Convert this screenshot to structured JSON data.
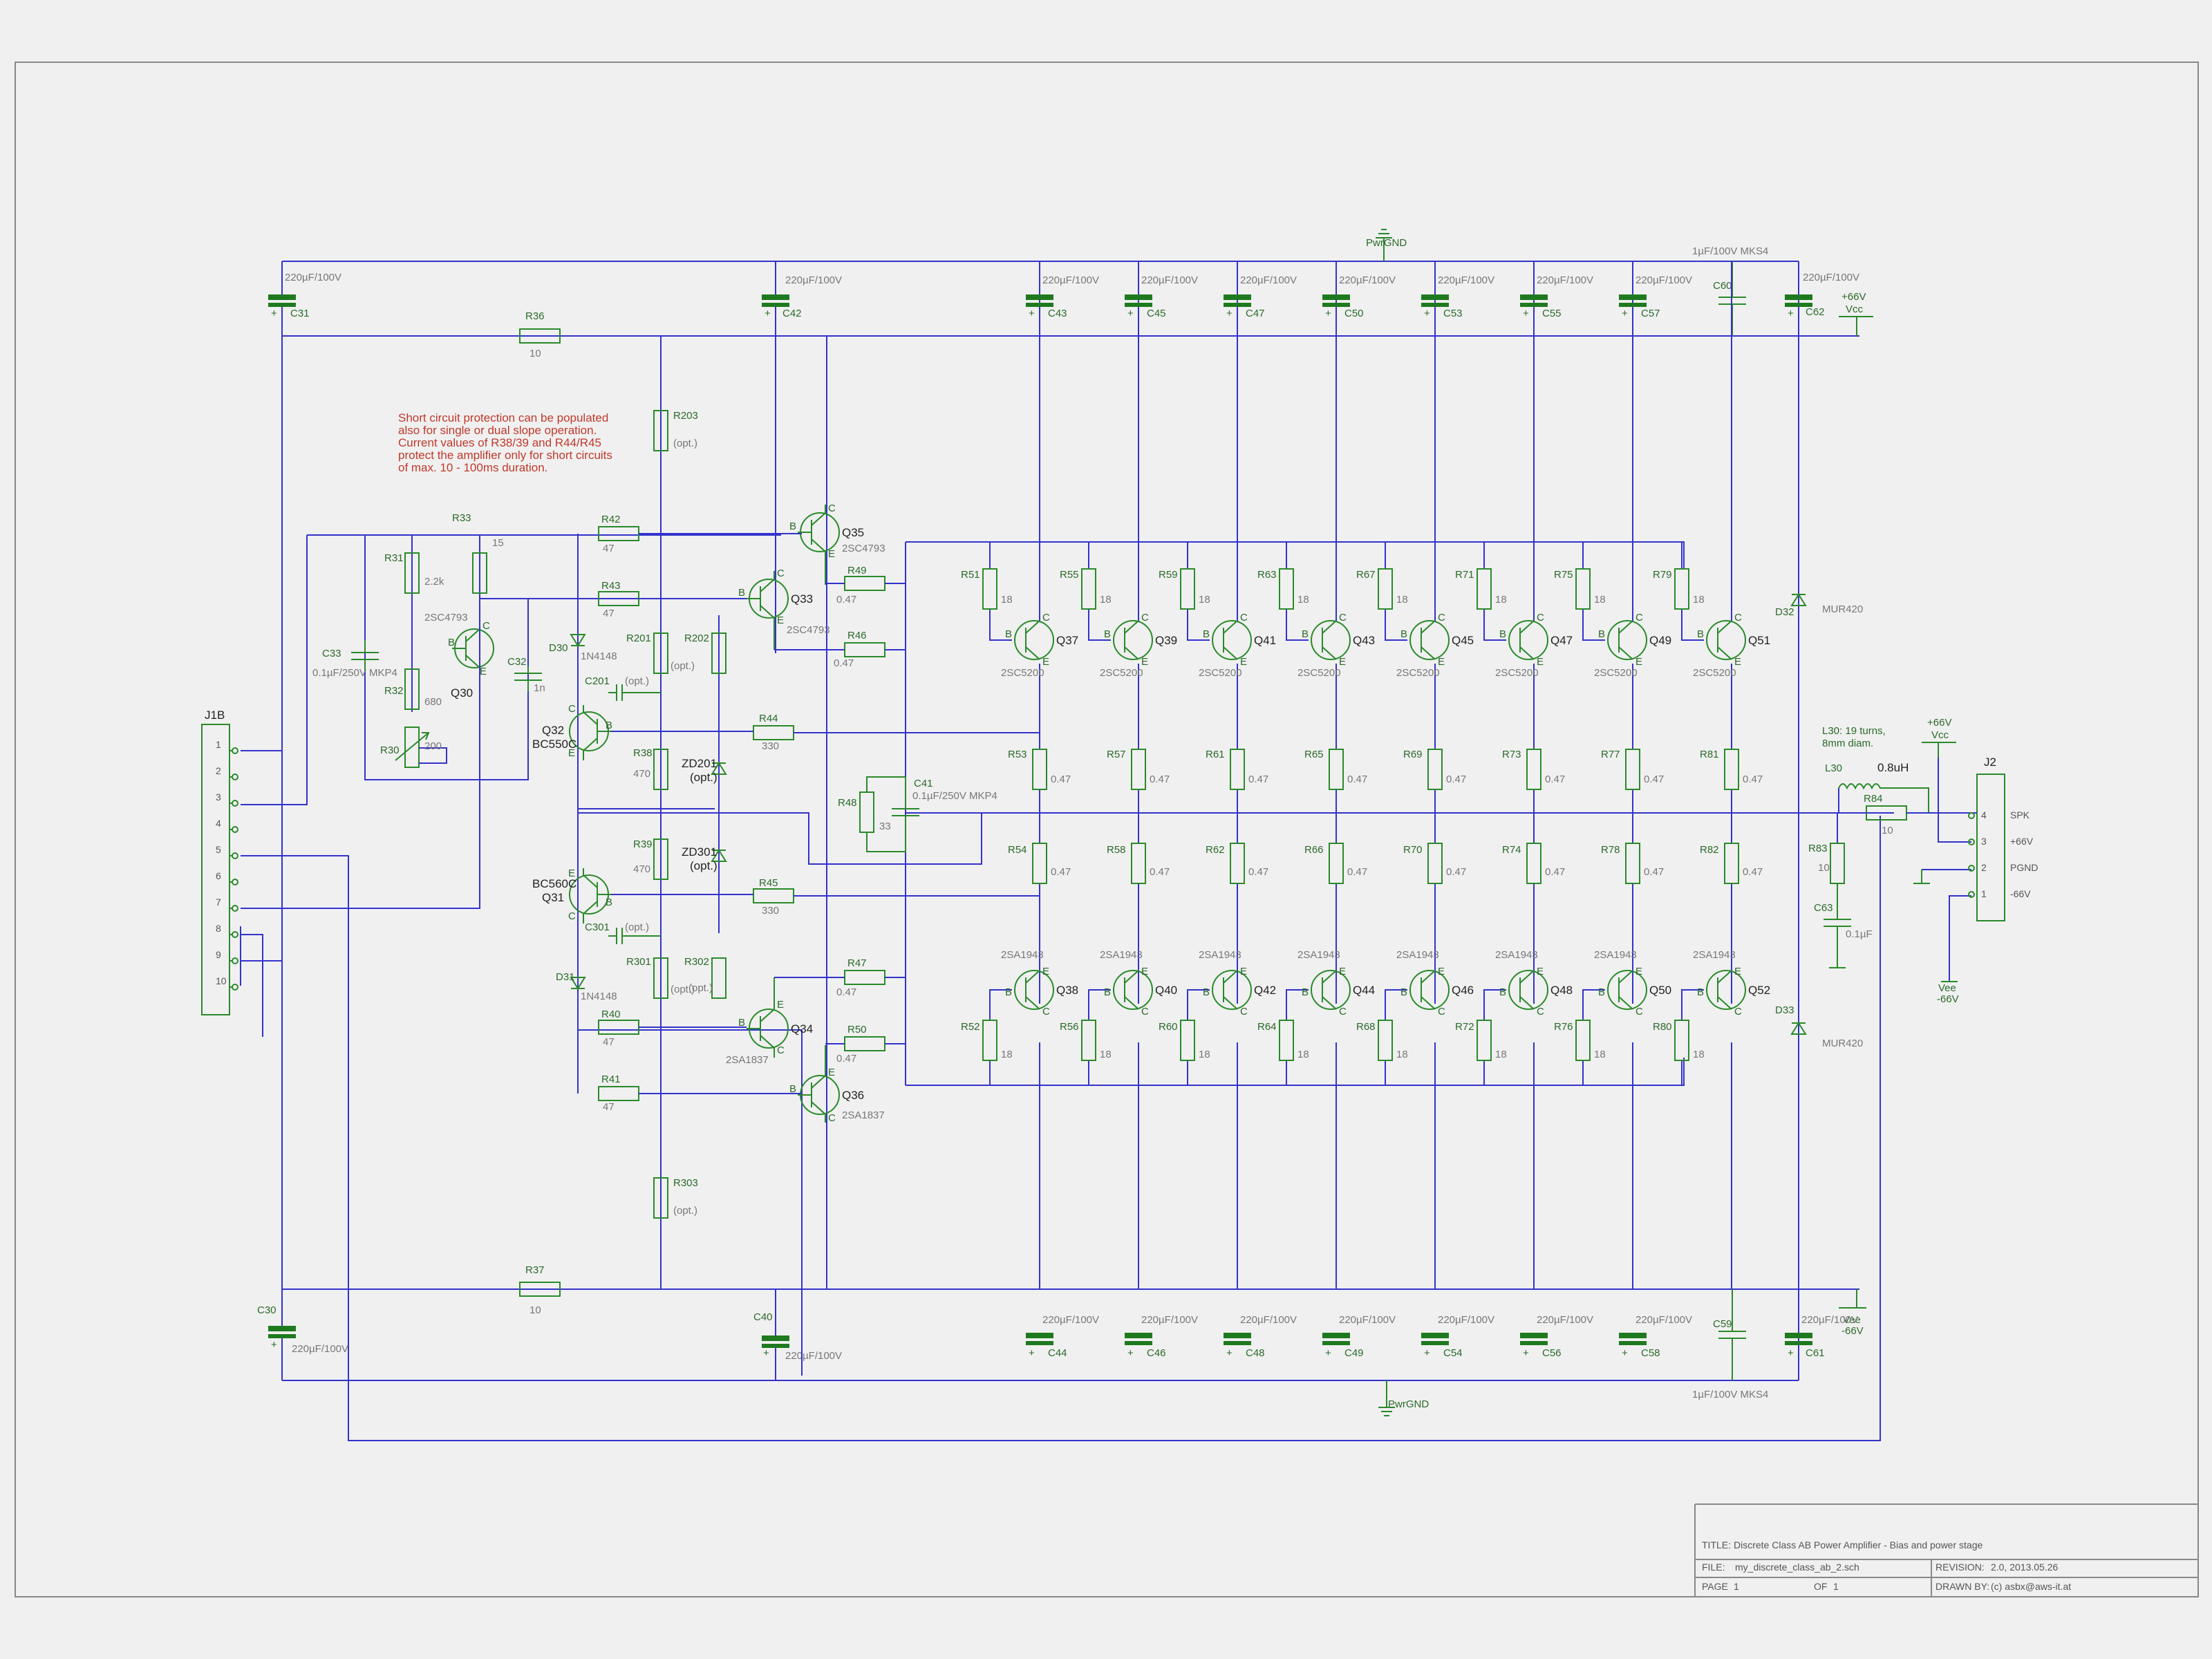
{
  "note": [
    "Short circuit protection can be populated",
    "also for single or dual slope operation.",
    "Current values of R38/39 and R44/R45",
    "protect the amplifier only for short circuits",
    "of max. 10 - 100ms duration."
  ],
  "title_block": {
    "title_label": "TITLE:",
    "title": "Discrete Class AB Power Amplifier - Bias and power stage",
    "file_label": "FILE:",
    "file": "my_discrete_class_ab_2.sch",
    "revision_label": "REVISION:",
    "revision": "2.0, 2013.05.26",
    "page_label": "PAGE",
    "page": "1",
    "of_label": "OF",
    "of": "1",
    "drawn_label": "DRAWN BY:",
    "drawn": "(c) asbx@aws-it.at"
  },
  "rails": {
    "pos_mks": "1µF/100V MKS4",
    "neg_mks": "1µF/100V MKS4",
    "vcc": "Vcc",
    "vcc_v": "+66V",
    "vee": "Vee",
    "vee_v": "-66V",
    "ground": "PwrGND"
  },
  "inductor_note": [
    "L30: 19 turns,",
    "8mm diam."
  ],
  "connector_j1b": {
    "ref": "J1B",
    "pins": [
      "1",
      "2",
      "3",
      "4",
      "5",
      "6",
      "7",
      "8",
      "9",
      "10"
    ]
  },
  "connector_j2": {
    "ref": "J2",
    "pins": [
      "4",
      "3",
      "2",
      "1"
    ],
    "labels": [
      "SPK",
      "+66V",
      "PGND",
      "-66V"
    ]
  },
  "top_caps": [
    {
      "ref": "C43",
      "val": "220µF/100V"
    },
    {
      "ref": "C45",
      "val": "220µF/100V"
    },
    {
      "ref": "C47",
      "val": "220µF/100V"
    },
    {
      "ref": "C50",
      "val": "220µF/100V"
    },
    {
      "ref": "C53",
      "val": "220µF/100V"
    },
    {
      "ref": "C55",
      "val": "220µF/100V"
    },
    {
      "ref": "C57",
      "val": "220µF/100V"
    }
  ],
  "bottom_caps": [
    {
      "ref": "C44",
      "val": "220µF/100V"
    },
    {
      "ref": "C46",
      "val": "220µF/100V"
    },
    {
      "ref": "C48",
      "val": "220µF/100V"
    },
    {
      "ref": "C49",
      "val": "220µF/100V"
    },
    {
      "ref": "C54",
      "val": "220µF/100V"
    },
    {
      "ref": "C56",
      "val": "220µF/100V"
    },
    {
      "ref": "C58",
      "val": "220µF/100V"
    }
  ],
  "npn_outputs": [
    {
      "q": "Q37",
      "rb": "R51",
      "re": "R53",
      "rbv": "18",
      "rev": "0.47",
      "part": "2SC5200"
    },
    {
      "q": "Q39",
      "rb": "R55",
      "re": "R57",
      "rbv": "18",
      "rev": "0.47",
      "part": "2SC5200"
    },
    {
      "q": "Q41",
      "rb": "R59",
      "re": "R61",
      "rbv": "18",
      "rev": "0.47",
      "part": "2SC5200"
    },
    {
      "q": "Q43",
      "rb": "R63",
      "re": "R65",
      "rbv": "18",
      "rev": "0.47",
      "part": "2SC5200"
    },
    {
      "q": "Q45",
      "rb": "R67",
      "re": "R69",
      "rbv": "18",
      "rev": "0.47",
      "part": "2SC5200"
    },
    {
      "q": "Q47",
      "rb": "R71",
      "re": "R73",
      "rbv": "18",
      "rev": "0.47",
      "part": "2SC5200"
    },
    {
      "q": "Q49",
      "rb": "R75",
      "re": "R77",
      "rbv": "18",
      "rev": "0.47",
      "part": "2SC5200"
    },
    {
      "q": "Q51",
      "rb": "R79",
      "re": "R81",
      "rbv": "18",
      "rev": "0.47",
      "part": "2SC5200"
    }
  ],
  "pnp_outputs": [
    {
      "q": "Q38",
      "rb": "R52",
      "re": "R54",
      "rbv": "18",
      "rev": "0.47",
      "part": "2SA1943"
    },
    {
      "q": "Q40",
      "rb": "R56",
      "re": "R58",
      "rbv": "18",
      "rev": "0.47",
      "part": "2SA1943"
    },
    {
      "q": "Q42",
      "rb": "R60",
      "re": "R62",
      "rbv": "18",
      "rev": "0.47",
      "part": "2SA1943"
    },
    {
      "q": "Q44",
      "rb": "R64",
      "re": "R66",
      "rbv": "18",
      "rev": "0.47",
      "part": "2SA1943"
    },
    {
      "q": "Q46",
      "rb": "R68",
      "re": "R70",
      "rbv": "18",
      "rev": "0.47",
      "part": "2SA1943"
    },
    {
      "q": "Q48",
      "rb": "R72",
      "re": "R74",
      "rbv": "18",
      "rev": "0.47",
      "part": "2SA1943"
    },
    {
      "q": "Q50",
      "rb": "R76",
      "re": "R78",
      "rbv": "18",
      "rev": "0.47",
      "part": "2SA1943"
    },
    {
      "q": "Q52",
      "rb": "R80",
      "re": "R82",
      "rbv": "18",
      "rev": "0.47",
      "part": "2SA1943"
    }
  ],
  "labels": {
    "c31": "C31",
    "c31v": "220µF/100V",
    "c42": "C42",
    "c42v": "220µF/100V",
    "c60": "C60",
    "c62": "C62",
    "c62v": "220µF/100V",
    "c30": "C30",
    "c30v": "220µF/100V",
    "c40": "C40",
    "c40v": "220µF/100V",
    "c59": "C59",
    "c61": "C61",
    "c61v": "220µF/100V",
    "r36": "R36",
    "r36v": "10",
    "r37": "R37",
    "r37v": "10",
    "r203": "R203",
    "r203v": "(opt.)",
    "r303": "R303",
    "r303v": "(opt.)",
    "r31": "R31",
    "r31v": "2.2k",
    "r33": "R33",
    "r33v": "15",
    "r32": "R32",
    "r32v": "680",
    "r30": "R30",
    "r30v": "200",
    "c33": "C33",
    "c33v": "0.1µF/250V MKP4",
    "c32": "C32",
    "c32v": "1n",
    "q30": "Q30",
    "q30p": "2SC4793",
    "q32": "Q32",
    "q32p": "BC550C",
    "q31": "Q31",
    "q31p": "BC560C",
    "q33": "Q33",
    "q33p": "2SC4793",
    "q35": "Q35",
    "q35p": "2SC4793",
    "q34": "Q34",
    "q34p": "2SA1837",
    "q36": "Q36",
    "q36p": "2SA1837",
    "r42": "R42",
    "r42v": "47",
    "r43": "R43",
    "r43v": "47",
    "r40": "R40",
    "r40v": "47",
    "r41": "R41",
    "r41v": "47",
    "r49": "R49",
    "r49v": "0.47",
    "r46": "R46",
    "r46v": "0.47",
    "r47": "R47",
    "r47v": "0.47",
    "r50": "R50",
    "r50v": "0.47",
    "d30": "D30",
    "d30p": "1N4148",
    "d31": "D31",
    "d31p": "1N4148",
    "r201": "R201",
    "r201v": "(opt.)",
    "r202": "R202",
    "r202v": "(opt.)",
    "r301": "R301",
    "r301v": "(opt.)",
    "r302": "R302",
    "r302v": "(opt.)",
    "c201": "C201",
    "c201v": "(opt.)",
    "c301": "C301",
    "c301v": "(opt.)",
    "r38": "R38",
    "r38v": "470",
    "r39": "R39",
    "r39v": "470",
    "zd201": "ZD201",
    "zd201v": "(opt.)",
    "zd301": "ZD301",
    "zd301v": "(opt.)",
    "r44": "R44",
    "r44v": "330",
    "r45": "R45",
    "r45v": "330",
    "r48": "R48",
    "r48v": "33",
    "c41": "C41",
    "c41v": "0.1µF/250V MKP4",
    "d32": "D32",
    "d32p": "MUR420",
    "d33": "D33",
    "d33p": "MUR420",
    "l30": "L30",
    "l30v": "0.8uH",
    "r84": "R84",
    "r84v": "10",
    "r83": "R83",
    "r83v": "10",
    "c63": "C63",
    "c63v": "0.1µF"
  }
}
